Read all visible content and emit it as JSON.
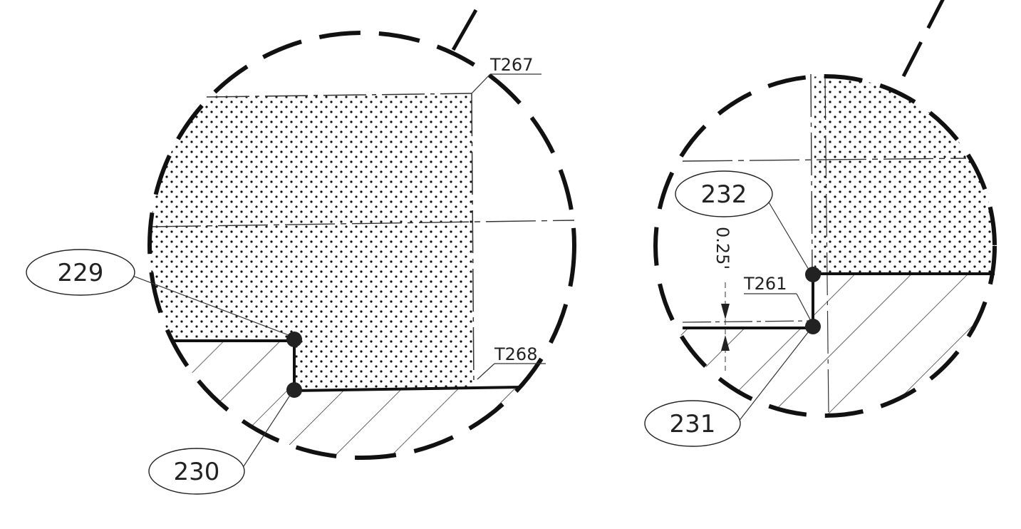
{
  "figure": {
    "left_detail": {
      "callouts": {
        "c229": "229",
        "c230": "230"
      },
      "tags": {
        "t267": "T267",
        "t268": "T268"
      }
    },
    "right_detail": {
      "callouts": {
        "c232": "232",
        "c231": "231"
      },
      "tags": {
        "t261": "T261"
      },
      "dimension": "0.25'"
    }
  },
  "colors": {
    "ink": "#111111",
    "paper": "#ffffff"
  }
}
